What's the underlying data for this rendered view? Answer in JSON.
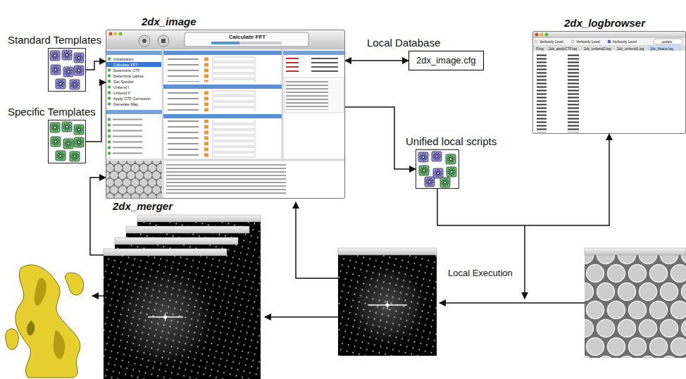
{
  "diagram": {
    "nodes": [
      {
        "text": [
          "Standard Templates"
        ]
      },
      {
        "text": [
          "Specific Templates"
        ]
      },
      {
        "text": [
          "2dx_image",
          "Calculate FFT",
          "Initialization",
          "Calculate FFT",
          "Determine CTF",
          "Determine Lattice",
          "Get Spotlist",
          "Unbend I",
          "Unbend II",
          "Apply CTF Correction",
          "Generate Map"
        ]
      },
      {
        "text": [
          "Local Database",
          "2dx_image.cfg"
        ]
      },
      {
        "text": [
          "2dx_logbrowser",
          "Verbosity Level",
          "Verbosity Level",
          "Verbosity Level",
          "update",
          "P.log",
          "2dx_applyCTF.log",
          "2dx_unbend2.log",
          "2dx_unbend1.log",
          "2dx_fftrans.log"
        ]
      },
      {
        "text": [
          "Unified local scripts"
        ]
      },
      {
        "text": [
          "2dx_merger"
        ]
      }
    ],
    "edges": [
      {
        "from": 0,
        "to": 2,
        "arrow": "to"
      },
      {
        "from": 1,
        "to": 2,
        "arrow": "to"
      },
      {
        "from": 2,
        "to": 3,
        "arrow": "both"
      },
      {
        "from": 2,
        "to": 5,
        "arrow": "to"
      },
      {
        "from": 5,
        "to": 4,
        "arrow": "to"
      },
      {
        "from": 6,
        "to": 2,
        "arrow": "to"
      }
    ],
    "labels": [
      "Local Execution"
    ]
  }
}
